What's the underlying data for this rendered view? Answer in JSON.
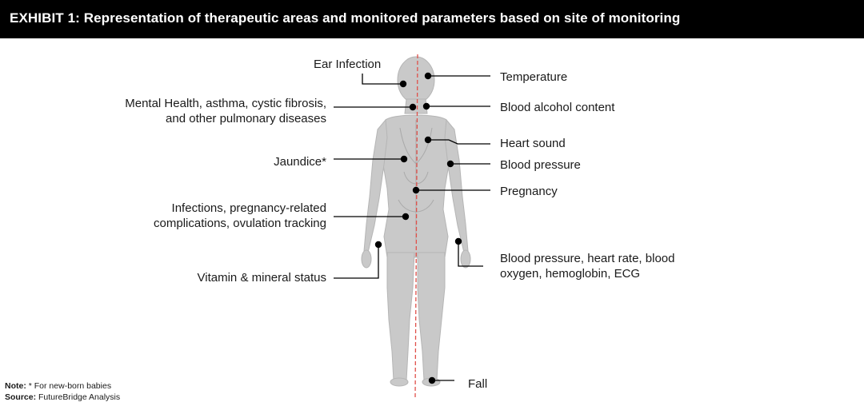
{
  "header": {
    "title": "EXHIBIT 1: Representation of therapeutic areas and monitored parameters based on site of monitoring"
  },
  "left_labels": {
    "ear_infection": "Ear Infection",
    "mental_health_line1": "Mental Health, asthma, cystic fibrosis,",
    "mental_health_line2": "and other pulmonary diseases",
    "jaundice": "Jaundice*",
    "infections_line1": "Infections, pregnancy-related",
    "infections_line2": "complications, ovulation tracking",
    "vitamin": "Vitamin & mineral status"
  },
  "right_labels": {
    "temperature": "Temperature",
    "blood_alcohol": "Blood alcohol content",
    "heart_sound": "Heart sound",
    "blood_pressure": "Blood pressure",
    "pregnancy": "Pregnancy",
    "bp_hr_line1": "Blood pressure, heart rate, blood",
    "bp_hr_line2": "oxygen, hemoglobin, ECG",
    "fall": "Fall"
  },
  "footnote": {
    "note_label": "Note:",
    "note_text": " * For new-born babies",
    "source_label": "Source:",
    "source_text": " FutureBridge Analysis"
  },
  "colors": {
    "header_bg": "#000000",
    "header_text": "#ffffff",
    "body_silhouette": "#c8c8c8",
    "midline": "#e0504a",
    "leader_line": "#000000"
  }
}
